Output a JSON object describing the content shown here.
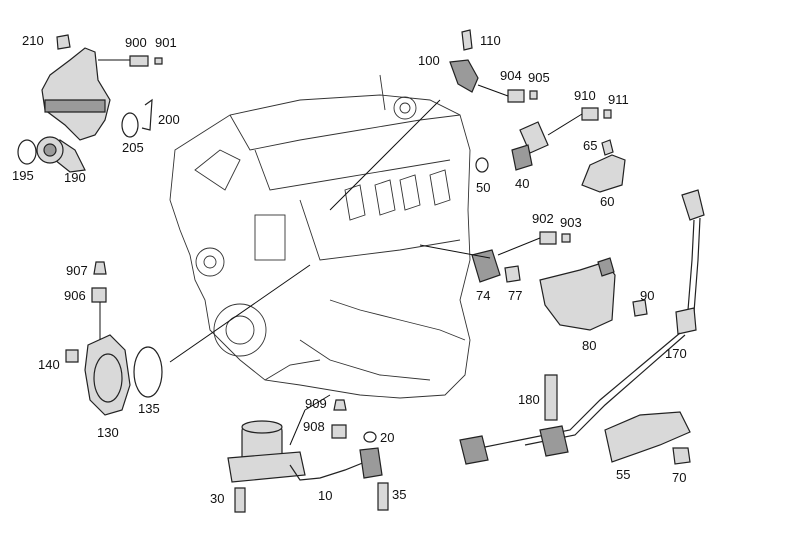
{
  "callouts": {
    "c210": "210",
    "c900": "900",
    "c901": "901",
    "c200": "200",
    "c205": "205",
    "c195": "195",
    "c190": "190",
    "c110": "110",
    "c100": "100",
    "c904": "904",
    "c905": "905",
    "c910": "910",
    "c911": "911",
    "c65": "65",
    "c50": "50",
    "c40": "40",
    "c60": "60",
    "c902": "902",
    "c903": "903",
    "c74": "74",
    "c77": "77",
    "c90": "90",
    "c80": "80",
    "c170": "170",
    "c907": "907",
    "c906": "906",
    "c140": "140",
    "c135": "135",
    "c130": "130",
    "c909": "909",
    "c908": "908",
    "c20": "20",
    "c30": "30",
    "c10": "10",
    "c35": "35",
    "c180": "180",
    "c55": "55",
    "c70": "70"
  }
}
